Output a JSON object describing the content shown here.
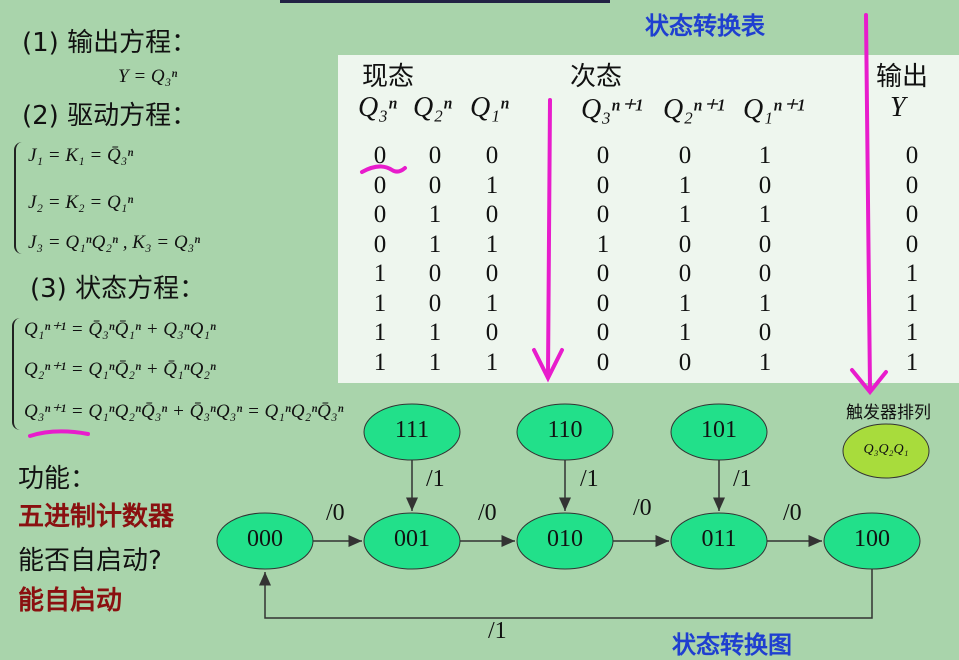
{
  "left": {
    "s1": "(1) 输出方程：",
    "output_eq": "Y = Q₃ⁿ",
    "s2": "(2) 驱动方程：",
    "drive": [
      "J₁ = K₁ = Q̄₃ⁿ",
      "J₂ = K₂ = Q₁ⁿ",
      "J₃ = Q₁ⁿQ₂ⁿ , K₃ = Q₃ⁿ"
    ],
    "s3": "(3) 状态方程：",
    "state": [
      "Q₁ⁿ⁺¹ = Q̄₃ⁿQ̄₁ⁿ + Q₃ⁿQ₁ⁿ",
      "Q₂ⁿ⁺¹ = Q₁ⁿQ̄₂ⁿ + Q̄₁ⁿQ₂ⁿ",
      "Q₃ⁿ⁺¹ = Q₁ⁿQ₂ⁿQ̄₃ⁿ + Q̄₃ⁿQ₃ⁿ = Q₁ⁿQ₂ⁿQ̄₃ⁿ"
    ],
    "func_label": "功能：",
    "func_value": "五进制计数器",
    "self_start_q": "能否自启动?",
    "self_start_a": "能自启动"
  },
  "table": {
    "title": "状态转换表",
    "group_present": "现态",
    "group_next": "次态",
    "group_output": "输出",
    "columns": [
      "Q₃ⁿ",
      "Q₂ⁿ",
      "Q₁ⁿ",
      "Q₃ⁿ⁺¹",
      "Q₂ⁿ⁺¹",
      "Q₁ⁿ⁺¹",
      "Y"
    ],
    "rows": [
      [
        "0",
        "0",
        "0",
        "0",
        "0",
        "1",
        "0"
      ],
      [
        "0",
        "0",
        "1",
        "0",
        "1",
        "0",
        "0"
      ],
      [
        "0",
        "1",
        "0",
        "0",
        "1",
        "1",
        "0"
      ],
      [
        "0",
        "1",
        "1",
        "1",
        "0",
        "0",
        "0"
      ],
      [
        "1",
        "0",
        "0",
        "0",
        "0",
        "0",
        "1"
      ],
      [
        "1",
        "0",
        "1",
        "0",
        "1",
        "1",
        "1"
      ],
      [
        "1",
        "1",
        "0",
        "0",
        "1",
        "0",
        "1"
      ],
      [
        "1",
        "1",
        "1",
        "0",
        "0",
        "1",
        "1"
      ]
    ]
  },
  "diagram": {
    "title": "状态转换图",
    "legend_title": "触发器排列",
    "legend_node": "Q₃Q₂Q₁",
    "nodes": {
      "n111": "111",
      "n110": "110",
      "n101": "101",
      "n000": "000",
      "n001": "001",
      "n010": "010",
      "n011": "011",
      "n100": "100"
    },
    "edges": {
      "e000_001": "/0",
      "e001_010": "/0",
      "e010_011": "/0",
      "e011_100": "/0",
      "e111_001": "/1",
      "e110_010": "/1",
      "e101_011": "/1",
      "e100_000": "/1"
    },
    "node_color": "#22e08a",
    "legend_color": "#a8dc3c"
  },
  "colors": {
    "background": "#a9d4ab",
    "annotation": "#e81ccc",
    "title": "#1f3fd0",
    "emphasis": "#8a1010"
  }
}
